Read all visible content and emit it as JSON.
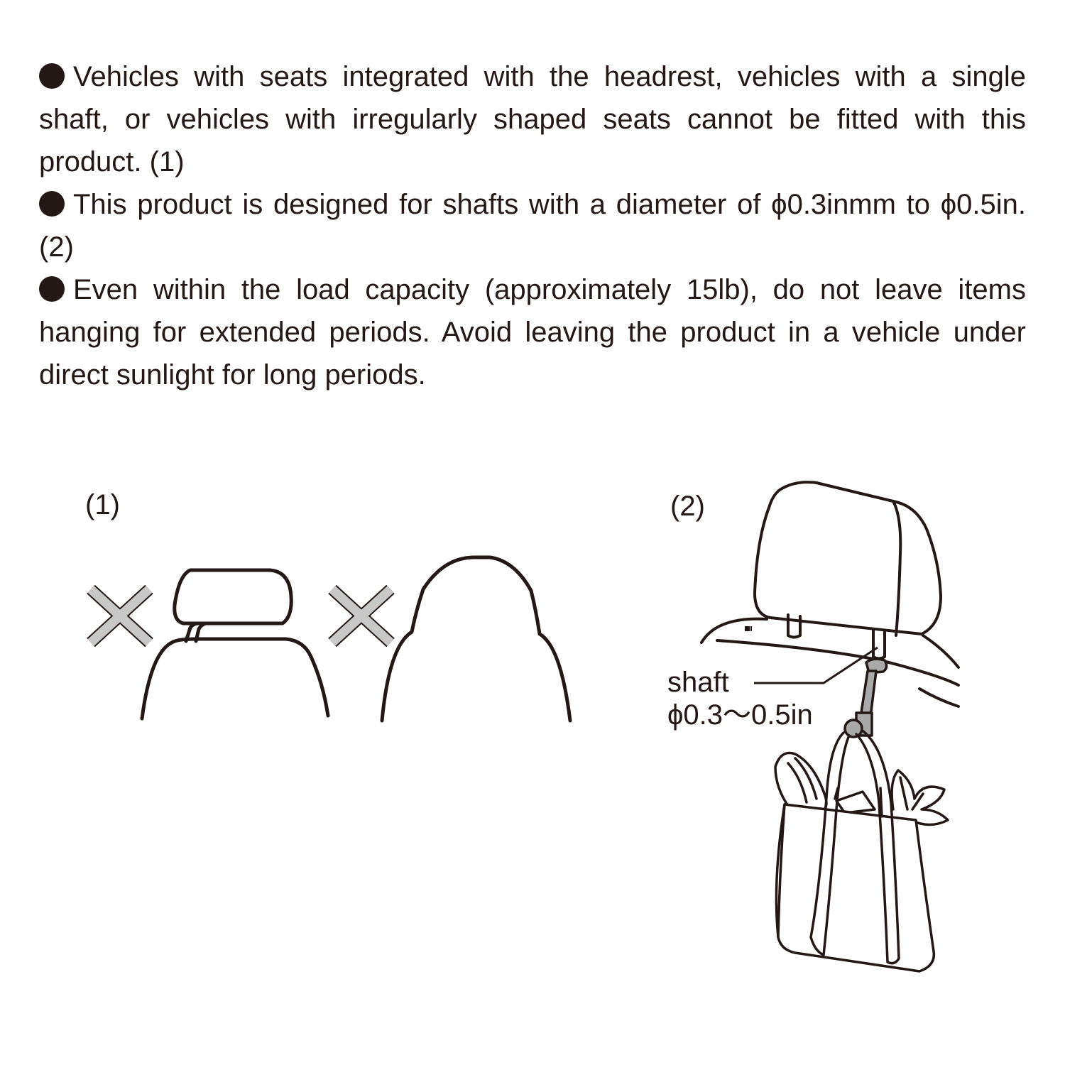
{
  "notes": [
    "Vehicles with seats integrated with the headrest, vehicles with a single shaft, or vehicles with irregularly shaped seats cannot be fitted with this product. (1)",
    "This product is designed for shafts with a diameter of ϕ0.3inmm to ϕ0.5in. (2)",
    "Even within the load capacity (approximately 15lb), do not leave items hanging for extended periods. Avoid leaving the product in a vehicle under direct sunlight for long periods."
  ],
  "figure1": {
    "label": "(1)"
  },
  "figure2": {
    "label": "(2)",
    "shaft_label": "shaft",
    "shaft_size": "ϕ0.3〜0.5in"
  },
  "icons": {
    "not_allowed": "cross-mark-icon",
    "bullet": "filled-circle-icon"
  },
  "colors": {
    "ink": "#231815",
    "cross": "#c8c8c8",
    "strap": "#a9a9a9"
  }
}
